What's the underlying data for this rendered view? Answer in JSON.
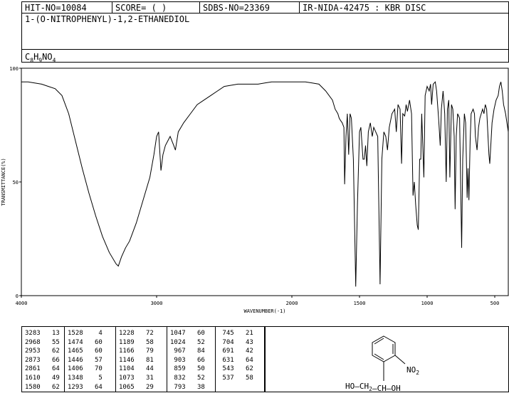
{
  "header": {
    "hit": "HIT-NO=10084",
    "score": "SCORE=  (  )",
    "sdbs": "SDBS-NO=23369",
    "ir": "IR-NIDA-42475 : KBR DISC"
  },
  "compound": {
    "name": "1-(O-NITROPHENYL)-1,2-ETHANEDIOL",
    "formula": "C8H9NO4"
  },
  "chart_data": {
    "type": "line",
    "xlabel": "WAVENUMBER(-1)",
    "ylabel": "TRANSMITTANCE(%)",
    "xlim": [
      4000,
      400
    ],
    "ylim": [
      0,
      100
    ],
    "x_ticks": [
      4000,
      3000,
      2000,
      1500,
      1000,
      500
    ],
    "y_ticks": [
      0,
      50,
      100
    ],
    "grid": false,
    "series": [
      {
        "color": "#000000",
        "points": [
          [
            4000,
            94
          ],
          [
            3950,
            94
          ],
          [
            3850,
            93
          ],
          [
            3800,
            92
          ],
          [
            3750,
            91
          ],
          [
            3700,
            88
          ],
          [
            3650,
            80
          ],
          [
            3600,
            68
          ],
          [
            3550,
            56
          ],
          [
            3500,
            45
          ],
          [
            3450,
            35
          ],
          [
            3400,
            26
          ],
          [
            3350,
            19
          ],
          [
            3300,
            14
          ],
          [
            3283,
            13
          ],
          [
            3260,
            17
          ],
          [
            3230,
            21
          ],
          [
            3200,
            24
          ],
          [
            3150,
            32
          ],
          [
            3100,
            42
          ],
          [
            3050,
            52
          ],
          [
            3020,
            62
          ],
          [
            3000,
            70
          ],
          [
            2985,
            72
          ],
          [
            2968,
            55
          ],
          [
            2953,
            62
          ],
          [
            2935,
            66
          ],
          [
            2900,
            70
          ],
          [
            2873,
            66
          ],
          [
            2861,
            64
          ],
          [
            2840,
            72
          ],
          [
            2800,
            76
          ],
          [
            2750,
            80
          ],
          [
            2700,
            84
          ],
          [
            2650,
            86
          ],
          [
            2600,
            88
          ],
          [
            2550,
            90
          ],
          [
            2500,
            92
          ],
          [
            2450,
            92.5
          ],
          [
            2400,
            93
          ],
          [
            2350,
            93
          ],
          [
            2300,
            93
          ],
          [
            2250,
            93
          ],
          [
            2200,
            93.5
          ],
          [
            2150,
            94
          ],
          [
            2100,
            94
          ],
          [
            2050,
            94
          ],
          [
            2000,
            94
          ],
          [
            1950,
            94
          ],
          [
            1900,
            94
          ],
          [
            1850,
            93.5
          ],
          [
            1800,
            93
          ],
          [
            1750,
            90
          ],
          [
            1700,
            86
          ],
          [
            1680,
            82
          ],
          [
            1660,
            80
          ],
          [
            1650,
            78
          ],
          [
            1640,
            77
          ],
          [
            1628,
            76
          ],
          [
            1615,
            74
          ],
          [
            1610,
            49
          ],
          [
            1600,
            70
          ],
          [
            1590,
            80
          ],
          [
            1580,
            62
          ],
          [
            1570,
            80
          ],
          [
            1560,
            78
          ],
          [
            1545,
            60
          ],
          [
            1528,
            4
          ],
          [
            1515,
            40
          ],
          [
            1500,
            72
          ],
          [
            1490,
            74
          ],
          [
            1474,
            60
          ],
          [
            1465,
            60
          ],
          [
            1455,
            66
          ],
          [
            1446,
            57
          ],
          [
            1435,
            72
          ],
          [
            1420,
            76
          ],
          [
            1406,
            70
          ],
          [
            1395,
            74
          ],
          [
            1380,
            72
          ],
          [
            1365,
            70
          ],
          [
            1348,
            5
          ],
          [
            1335,
            60
          ],
          [
            1320,
            72
          ],
          [
            1306,
            70
          ],
          [
            1293,
            64
          ],
          [
            1280,
            74
          ],
          [
            1260,
            80
          ],
          [
            1240,
            82
          ],
          [
            1228,
            72
          ],
          [
            1215,
            84
          ],
          [
            1200,
            82
          ],
          [
            1189,
            58
          ],
          [
            1180,
            80
          ],
          [
            1166,
            79
          ],
          [
            1155,
            84
          ],
          [
            1146,
            81
          ],
          [
            1130,
            86
          ],
          [
            1115,
            80
          ],
          [
            1104,
            44
          ],
          [
            1095,
            50
          ],
          [
            1085,
            40
          ],
          [
            1073,
            31
          ],
          [
            1065,
            29
          ],
          [
            1055,
            60
          ],
          [
            1047,
            60
          ],
          [
            1040,
            80
          ],
          [
            1024,
            52
          ],
          [
            1015,
            88
          ],
          [
            1000,
            92
          ],
          [
            985,
            90
          ],
          [
            975,
            93
          ],
          [
            967,
            84
          ],
          [
            955,
            93
          ],
          [
            940,
            94
          ],
          [
            930,
            90
          ],
          [
            915,
            78
          ],
          [
            903,
            66
          ],
          [
            895,
            82
          ],
          [
            882,
            90
          ],
          [
            870,
            80
          ],
          [
            859,
            50
          ],
          [
            850,
            82
          ],
          [
            840,
            86
          ],
          [
            832,
            52
          ],
          [
            820,
            84
          ],
          [
            810,
            82
          ],
          [
            800,
            70
          ],
          [
            793,
            38
          ],
          [
            785,
            70
          ],
          [
            775,
            80
          ],
          [
            760,
            78
          ],
          [
            745,
            21
          ],
          [
            737,
            60
          ],
          [
            725,
            80
          ],
          [
            715,
            76
          ],
          [
            704,
            43
          ],
          [
            698,
            56
          ],
          [
            691,
            42
          ],
          [
            682,
            68
          ],
          [
            675,
            80
          ],
          [
            660,
            82
          ],
          [
            650,
            80
          ],
          [
            643,
            70
          ],
          [
            631,
            64
          ],
          [
            620,
            74
          ],
          [
            610,
            78
          ],
          [
            600,
            80
          ],
          [
            590,
            82
          ],
          [
            580,
            80
          ],
          [
            570,
            84
          ],
          [
            560,
            82
          ],
          [
            543,
            62
          ],
          [
            537,
            58
          ],
          [
            520,
            76
          ],
          [
            505,
            82
          ],
          [
            490,
            86
          ],
          [
            475,
            88
          ],
          [
            465,
            92
          ],
          [
            455,
            94
          ],
          [
            445,
            90
          ],
          [
            435,
            84
          ],
          [
            420,
            80
          ],
          [
            410,
            76
          ],
          [
            400,
            72
          ]
        ]
      }
    ]
  },
  "peak_table": {
    "columns": [
      [
        [
          "3283",
          "13"
        ],
        [
          "2968",
          "55"
        ],
        [
          "2953",
          "62"
        ],
        [
          "2873",
          "66"
        ],
        [
          "2861",
          "64"
        ],
        [
          "1610",
          "49"
        ],
        [
          "1580",
          "62"
        ]
      ],
      [
        [
          "1528",
          "4"
        ],
        [
          "1474",
          "60"
        ],
        [
          "1465",
          "60"
        ],
        [
          "1446",
          "57"
        ],
        [
          "1406",
          "70"
        ],
        [
          "1348",
          "5"
        ],
        [
          "1293",
          "64"
        ]
      ],
      [
        [
          "1228",
          "72"
        ],
        [
          "1189",
          "58"
        ],
        [
          "1166",
          "79"
        ],
        [
          "1146",
          "81"
        ],
        [
          "1104",
          "44"
        ],
        [
          "1073",
          "31"
        ],
        [
          "1065",
          "29"
        ]
      ],
      [
        [
          "1047",
          "60"
        ],
        [
          "1024",
          "52"
        ],
        [
          "967",
          "84"
        ],
        [
          "903",
          "66"
        ],
        [
          "859",
          "50"
        ],
        [
          "832",
          "52"
        ],
        [
          "793",
          "38"
        ]
      ],
      [
        [
          "745",
          "21"
        ],
        [
          "704",
          "43"
        ],
        [
          "691",
          "42"
        ],
        [
          "631",
          "64"
        ],
        [
          "543",
          "62"
        ],
        [
          "537",
          "58"
        ]
      ]
    ]
  },
  "structure": {
    "substituent": "NO2",
    "chain": "HO—CH2—CH—OH"
  }
}
